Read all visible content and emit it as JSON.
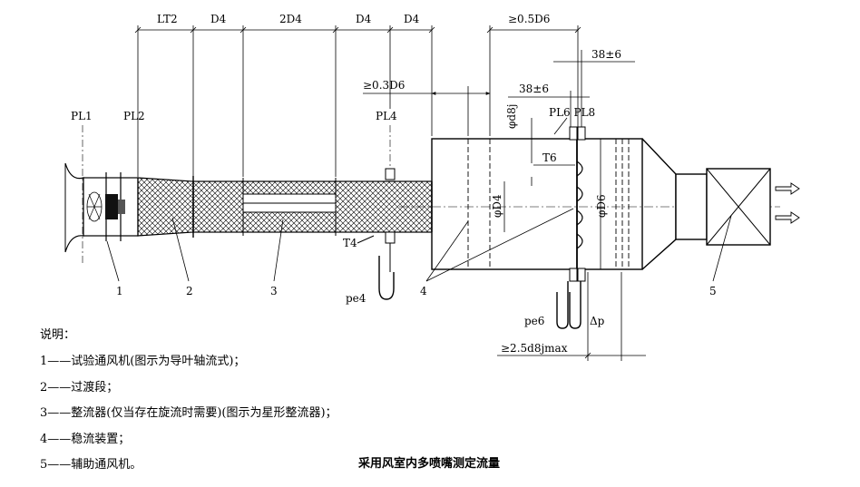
{
  "dims": {
    "lt2": "LT2",
    "d4_a": "D4",
    "two_d4": "2D4",
    "d4_b": "D4",
    "d4_c": "D4",
    "ge_05d6": "≥0.5D6",
    "ge_03d6": "≥0.3D6",
    "tol_upper": "38±6",
    "tol_lower": "38±6",
    "ge_25d8": "≥2.5d8jmax"
  },
  "planes": {
    "pl1": "PL1",
    "pl2": "PL2",
    "pl4": "PL4",
    "pl6_pl8": "PL6 PL8"
  },
  "symbols": {
    "phi_d8j": "φd8j",
    "t6": "T6",
    "phi_d4": "φD4",
    "phi_d6": "φD6",
    "t4": "T4",
    "pe4": "pe4",
    "pe6": "pe6",
    "delta_p": "Δp"
  },
  "callouts": [
    "1",
    "2",
    "3",
    "4",
    "5"
  ],
  "legend": {
    "title": "说明：",
    "items": [
      "1——试验通风机(图示为导叶轴流式)；",
      "2——过渡段；",
      "3——整流器(仅当存在旋流时需要)(图示为星形整流器)；",
      "4——稳流装置；",
      "5——辅助通风机。"
    ]
  },
  "caption": "采用风室内多喷嘴测定流量"
}
